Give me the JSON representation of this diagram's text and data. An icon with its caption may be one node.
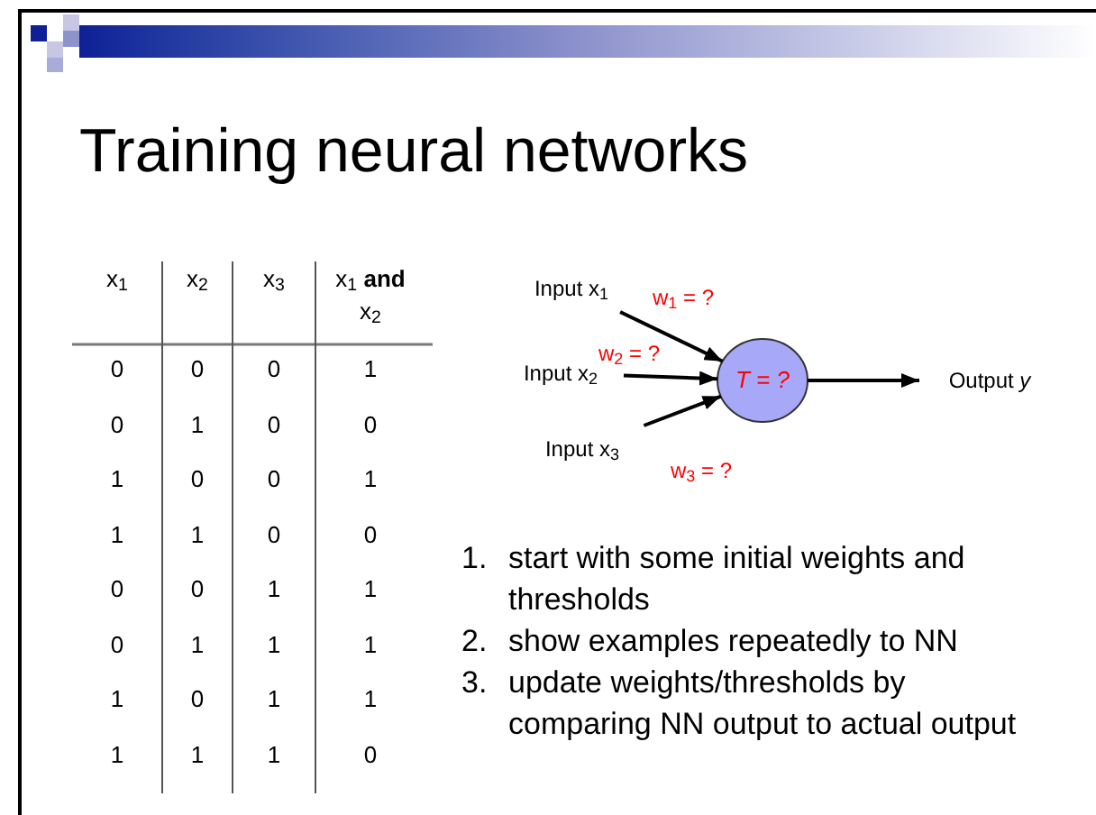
{
  "diagram": {
    "title": "Training neural networks",
    "nodes": [
      {
        "text": [
          "Input x$_{1}$"
        ]
      },
      {
        "text": [
          "Input x$_{2}$"
        ]
      },
      {
        "text": [
          "Input x$_{3}$"
        ]
      },
      {
        "text": [
          "T = ?"
        ]
      },
      {
        "text": [
          "Output *y*"
        ]
      }
    ],
    "edges": [
      {
        "from": 0,
        "to": 3,
        "arrow": "to",
        "label": "w$_{1}$ = ?"
      },
      {
        "from": 1,
        "to": 3,
        "arrow": "to",
        "label": "w$_{2}$ = ?"
      },
      {
        "from": 2,
        "to": 3,
        "arrow": "to",
        "label": "w$_{3}$ = ?"
      },
      {
        "from": 3,
        "to": 4,
        "arrow": "to"
      }
    ],
    "labels": [
      "x$_{1}$",
      "x$_{2}$",
      "x$_{3}$",
      "x$_{1}$ **and** x$_{2}$",
      "0",
      "0",
      "0",
      "1",
      "0",
      "1",
      "0",
      "0",
      "1",
      "0",
      "0",
      "1",
      "1",
      "1",
      "0",
      "0",
      "0",
      "0",
      "1",
      "1",
      "0",
      "1",
      "1",
      "1",
      "1",
      "0",
      "1",
      "1",
      "1",
      "1",
      "1",
      "0",
      "1.",
      "start with some initial weights and thresholds",
      "2.",
      "show examples repeatedly to NN",
      "3.",
      "update weights/thresholds by comparing NN output to actual output"
    ]
  }
}
